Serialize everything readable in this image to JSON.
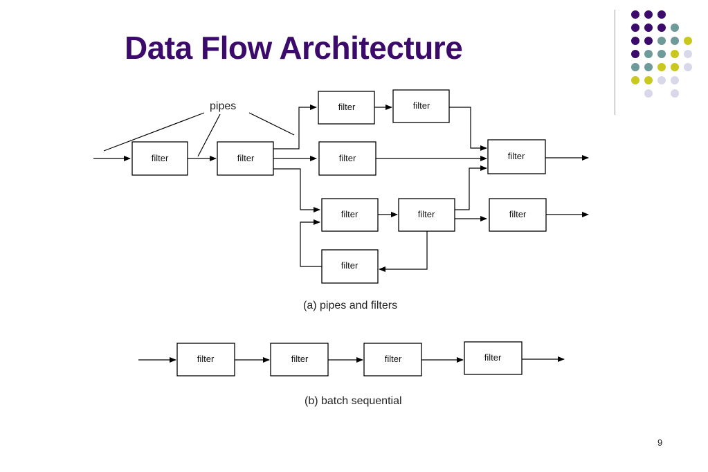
{
  "slide": {
    "title": "Data Flow Architecture",
    "page_number": "9"
  },
  "theme": {
    "title_color": "#3b0a6b",
    "dot_colors": [
      "#3b0a6b",
      "#6e9a9a",
      "#c8c81e",
      "#d8d8ea"
    ]
  },
  "diagram_a": {
    "pipes_label": "pipes",
    "caption": "(a)  pipes and filters",
    "filter_label": "filter"
  },
  "diagram_b": {
    "caption": "(b)  batch sequential",
    "filter_label": "filter"
  }
}
